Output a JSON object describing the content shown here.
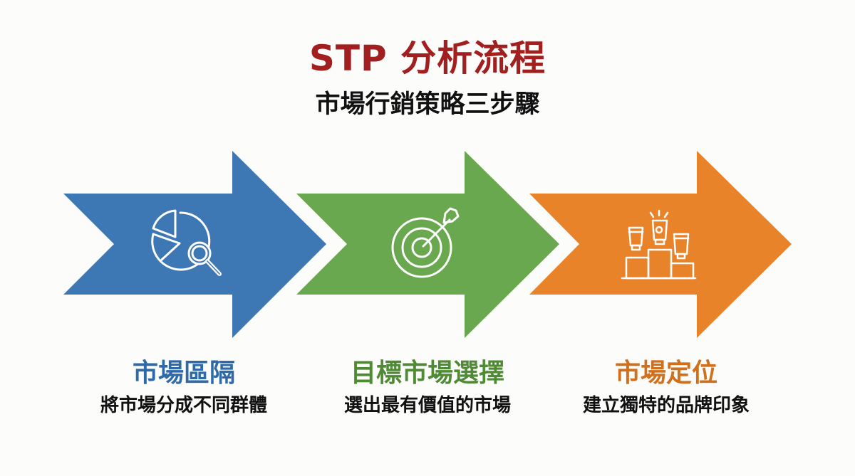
{
  "header": {
    "title": "STP 分析流程",
    "subtitle": "市場行銷策略三步驟",
    "title_color": "#A11F1F"
  },
  "steps": [
    {
      "label": "市場區隔",
      "description": "將市場分成不同群體",
      "color": "#3D78B4",
      "label_color": "#2E6AAA",
      "icon": "pie-chart-magnifier-icon"
    },
    {
      "label": "目標市場選擇",
      "description": "選出最有價值的市場",
      "color": "#6AA84F",
      "label_color": "#4F8A35",
      "icon": "target-arrow-icon"
    },
    {
      "label": "市場定位",
      "description": "建立獨特的品牌印象",
      "color": "#E8832A",
      "label_color": "#D06F1C",
      "icon": "podium-products-icon"
    }
  ],
  "background": "#FCFCFA"
}
